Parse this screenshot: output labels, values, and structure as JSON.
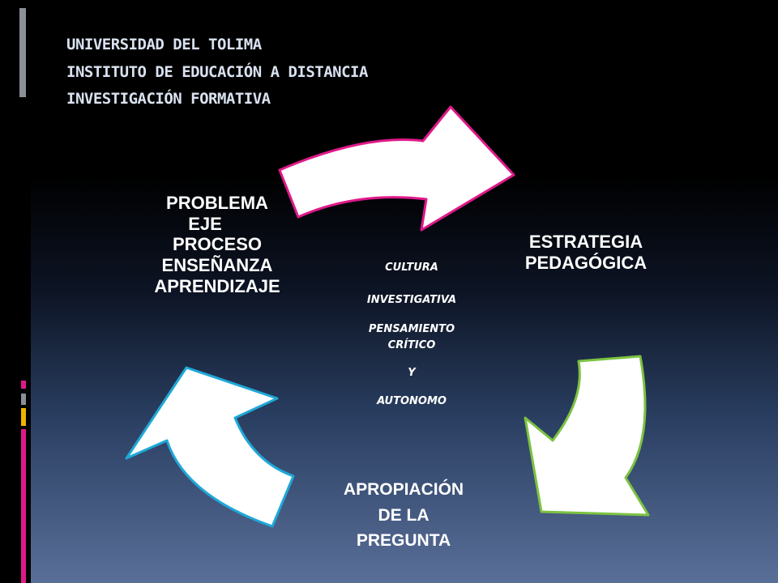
{
  "header": {
    "lines": [
      "UNIVERSIDAD DEL TOLIMA",
      "INSTITUTO DE EDUCACIÓN A DISTANCIA",
      "INVESTIGACIÓN FORMATIVA"
    ]
  },
  "cycle": {
    "nodes": {
      "problema": [
        "PROBLEMA",
        "EJE",
        "PROCESO",
        "ENSEÑANZA",
        "APRENDIZAJE"
      ],
      "estrategia": [
        "ESTRATEGIA",
        "PEDAGÓGICA"
      ],
      "apropiacion": [
        "APROPIACIÓN",
        "DE LA",
        "PREGUNTA"
      ]
    },
    "center": [
      "CULTURA",
      "INVESTIGATIVA",
      "PENSAMIENTO",
      "CRÍTICO",
      "Y",
      "AUTONOMO"
    ]
  },
  "colors": {
    "arrow_fill": "#ffffff",
    "arrow_top_outline": "#e0198a",
    "arrow_right_outline": "#7cc242",
    "arrow_left_outline": "#1fa8d8",
    "accent_magenta": "#e0198a",
    "accent_gray": "#8a8f99",
    "accent_yellow": "#f0b400"
  }
}
